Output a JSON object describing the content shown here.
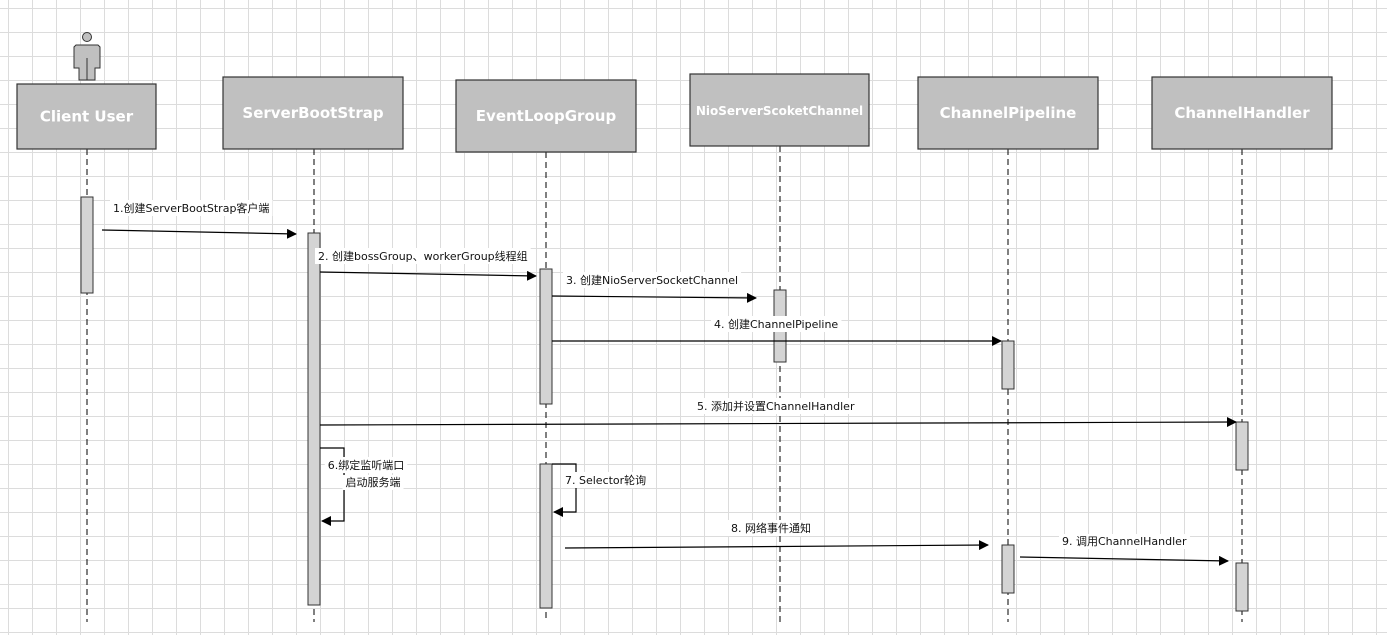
{
  "participants": [
    {
      "name": "Client User",
      "actor": true
    },
    {
      "name": "ServerBootStrap"
    },
    {
      "name": "EventLoopGroup"
    },
    {
      "name": "NioServerScoketChannel"
    },
    {
      "name": "ChannelPipeline"
    },
    {
      "name": "ChannelHandler"
    }
  ],
  "messages": [
    {
      "label": "1.创建ServerBootStrap客户端",
      "from": "Client User",
      "to": "ServerBootStrap"
    },
    {
      "label": "2. 创建bossGroup、workerGroup线程组",
      "from": "ServerBootStrap",
      "to": "EventLoopGroup"
    },
    {
      "label": "3. 创建NioServerSocketChannel",
      "from": "EventLoopGroup",
      "to": "NioServerScoketChannel"
    },
    {
      "label": "4. 创建ChannelPipeline",
      "from": "EventLoopGroup",
      "to": "ChannelPipeline"
    },
    {
      "label": "5. 添加并设置ChannelHandler",
      "from": "ServerBootStrap",
      "to": "ChannelHandler"
    },
    {
      "label": "6.绑定监听端口",
      "label2": "启动服务端",
      "from": "ServerBootStrap",
      "to": "ServerBootStrap"
    },
    {
      "label": "7. Selector轮询",
      "from": "EventLoopGroup",
      "to": "EventLoopGroup"
    },
    {
      "label": "8. 网络事件通知",
      "from": "EventLoopGroup",
      "to": "ChannelPipeline"
    },
    {
      "label": "9. 调用ChannelHandler",
      "from": "ChannelPipeline",
      "to": "ChannelHandler"
    }
  ],
  "colors": {
    "box": "#c0c0c0",
    "activation": "#d4d4d4",
    "stroke": "#000000"
  }
}
